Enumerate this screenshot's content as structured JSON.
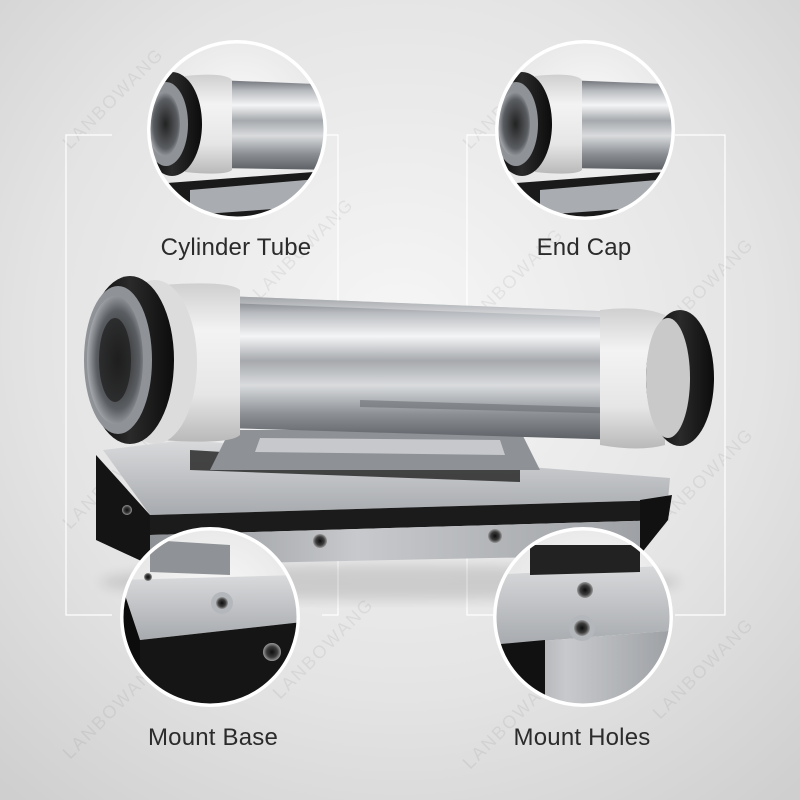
{
  "callouts": {
    "top_left": "Cylinder Tube",
    "top_right": "End Cap",
    "bottom_left": "Mount Base",
    "bottom_right": "Mount Holes"
  },
  "watermark": "LANBOWANG"
}
